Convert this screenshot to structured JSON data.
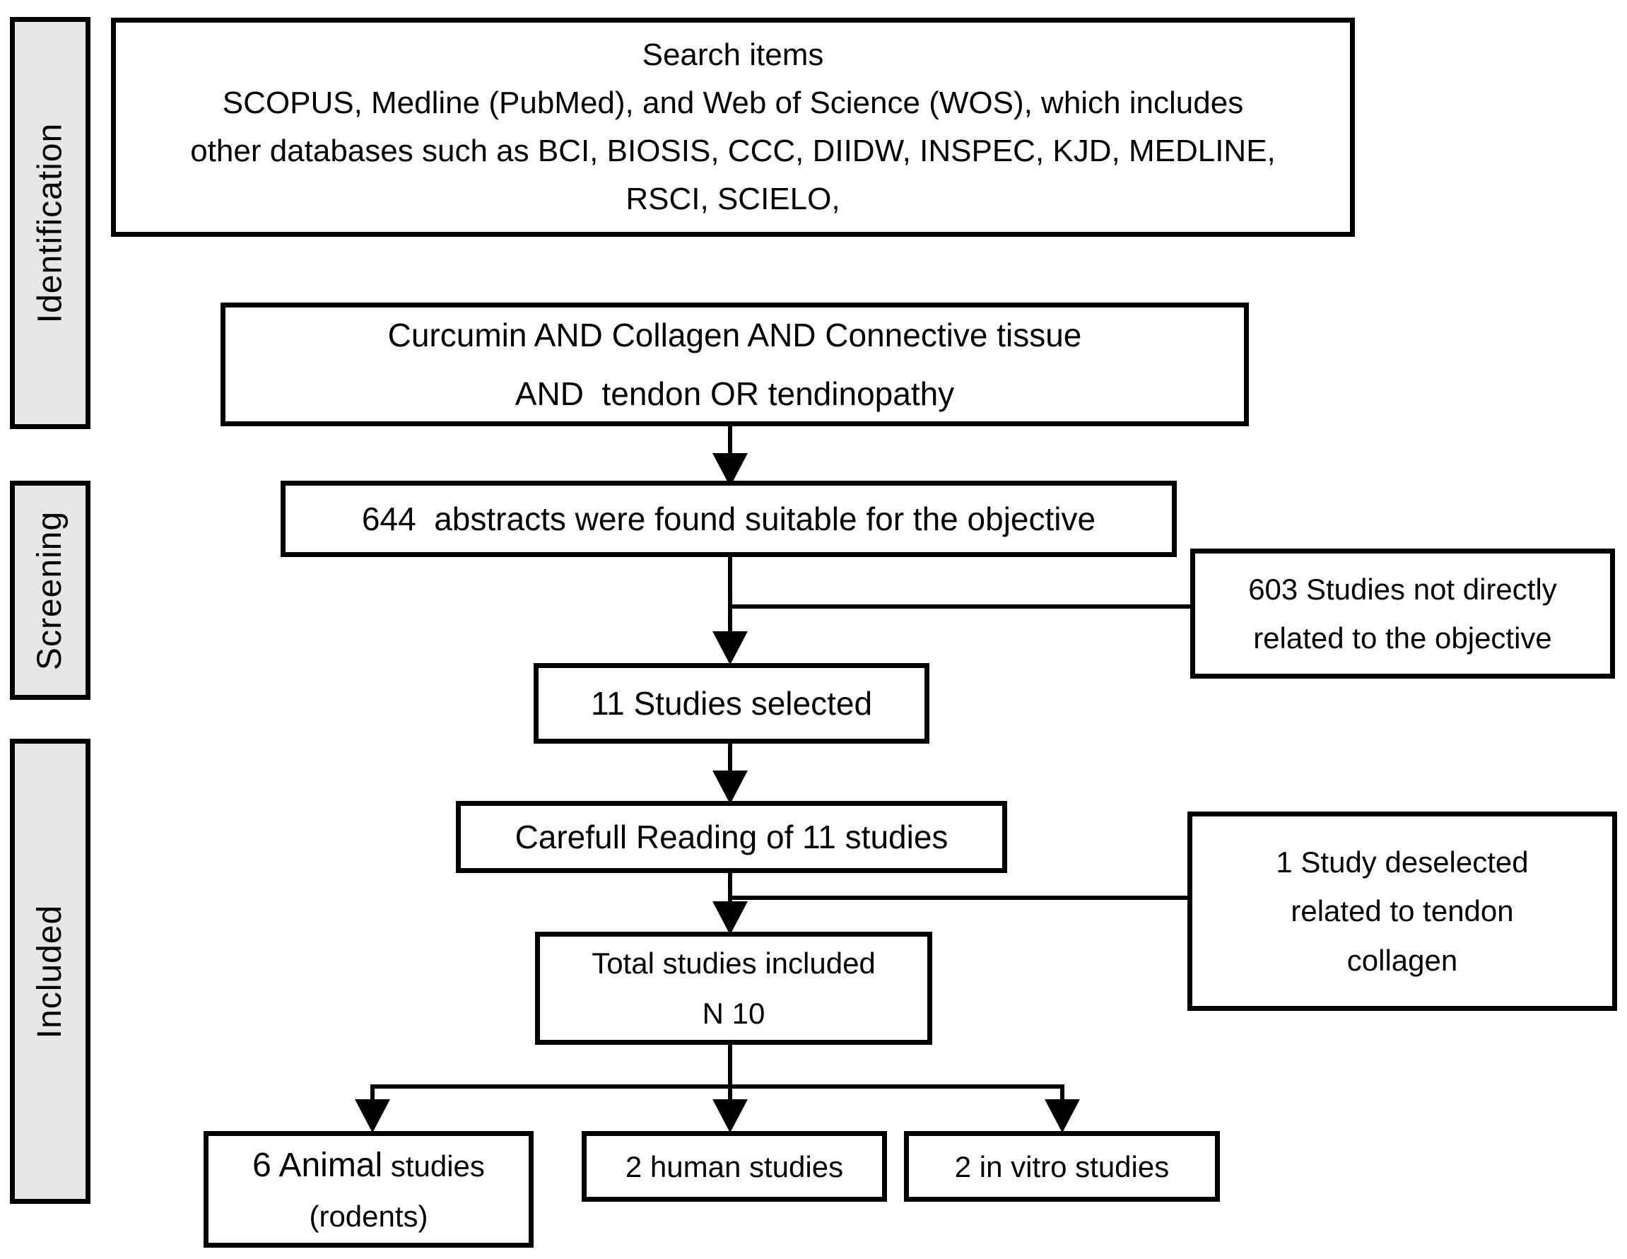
{
  "sidebar": {
    "identification_label": "Identification",
    "screening_label": "Screening",
    "included_label": "Included"
  },
  "boxes": {
    "search_items": "Search items\nSCOPUS, Medline (PubMed), and Web of Science (WOS), which includes\nother databases such as BCI, BIOSIS, CCC, DIIDW, INSPEC, KJD, MEDLINE,\nRSCI, SCIELO,",
    "search_query": "Curcumin AND Collagen AND Connective tissue\nAND  tendon OR tendinopathy",
    "abstracts_found": "644  abstracts were found suitable for the objective",
    "studies_excluded": "603 Studies not directly\nrelated to the objective",
    "studies_selected": "11 Studies selected",
    "careful_reading": "Carefull Reading of 11 studies",
    "study_deselected": "1 Study deselected\nrelated to tendon\ncollagen",
    "total_included": "Total studies included\nN 10",
    "animal_studies": {
      "number_part": "6 Animal",
      "small_part": " studies",
      "line2": "(rodents)"
    },
    "human_studies": "2 human studies",
    "invitro_studies": "2 in vitro studies"
  },
  "colors": {
    "background": "#ffffff",
    "box_fill": "#ffffff",
    "box_border": "#000000",
    "sidebar_fill": "#e6e6e6",
    "text": "#000000"
  }
}
